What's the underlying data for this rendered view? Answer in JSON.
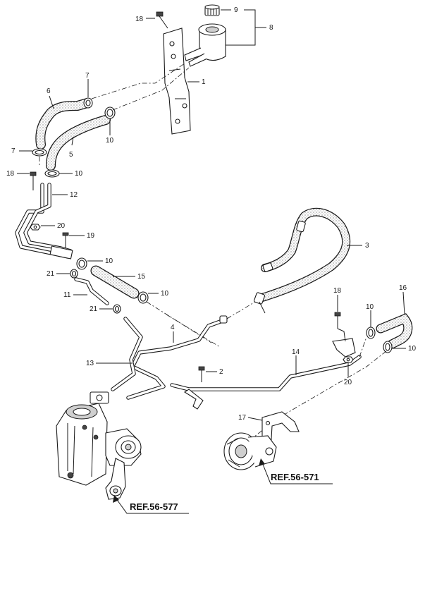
{
  "callouts": {
    "c1": "1",
    "c2": "2",
    "c3": "3",
    "c4": "4",
    "c5": "5",
    "c6": "6",
    "c7a": "7",
    "c7b": "7",
    "c8": "8",
    "c9": "9",
    "c10a": "10",
    "c10b": "10",
    "c10c": "10",
    "c10d": "10",
    "c10e": "10",
    "c10f": "10",
    "c11": "11",
    "c12": "12",
    "c13": "13",
    "c14": "14",
    "c15": "15",
    "c16": "16",
    "c17": "17",
    "c18a": "18",
    "c18b": "18",
    "c18c": "18",
    "c19": "19",
    "c20a": "20",
    "c20b": "20",
    "c21a": "21",
    "c21b": "21"
  },
  "references": {
    "pump": "REF.56-571",
    "gear": "REF.56-577"
  },
  "colors": {
    "callout_number": "#1a3a8a",
    "line": "#1a1a1a"
  }
}
